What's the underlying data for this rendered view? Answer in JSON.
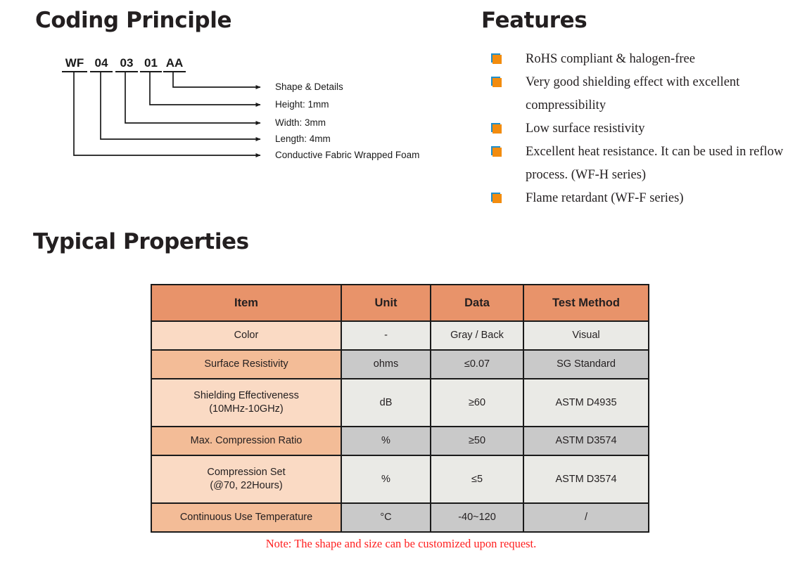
{
  "sections": {
    "coding_title": "Coding Principle",
    "features_title": "Features",
    "properties_title": "Typical Properties"
  },
  "coding": {
    "segments": [
      {
        "code": "WF",
        "meaning": "Conductive Fabric Wrapped Foam"
      },
      {
        "code": "04",
        "meaning": "Length: 4mm"
      },
      {
        "code": "03",
        "meaning": "Width: 3mm"
      },
      {
        "code": "01",
        "meaning": "Height: 1mm"
      },
      {
        "code": "AA",
        "meaning": "Shape & Details"
      }
    ],
    "labels": [
      "Shape & Details",
      "Height: 1mm",
      "Width: 3mm",
      "Length: 4mm",
      "Conductive Fabric Wrapped Foam"
    ]
  },
  "features": {
    "bullet_icon": "orange-square-bullet-icon",
    "bullet_color": "#f28c0f",
    "bullet_accent_color": "#1f8fcc",
    "items": [
      "RoHS compliant & halogen-free",
      "Very good shielding effect with excellent compressibility",
      "Low surface resistivity",
      "Excellent heat resistance. It can be used in reflow process. (WF-H series)",
      "Flame retardant (WF-F series)"
    ]
  },
  "table": {
    "header_color": "#e8936a",
    "columns": [
      "Item",
      "Unit",
      "Data",
      "Test Method"
    ],
    "rows": [
      {
        "item": "Color",
        "unit": "-",
        "data": "Gray / Back",
        "method": "Visual"
      },
      {
        "item": "Surface Resistivity",
        "unit": "ohms",
        "data": "≤0.07",
        "method": "SG Standard"
      },
      {
        "item": "Shielding Effectiveness\n(10MHz-10GHz)",
        "unit": "dB",
        "data": "≥60",
        "method": "ASTM D4935"
      },
      {
        "item": "Max. Compression Ratio",
        "unit": "%",
        "data": "≥50",
        "method": "ASTM D3574"
      },
      {
        "item": "Compression Set\n(@70, 22Hours)",
        "unit": "%",
        "data": "≤5",
        "method": "ASTM D3574"
      },
      {
        "item": "Continuous Use Temperature",
        "unit": "°C",
        "data": "-40~120",
        "method": "/"
      }
    ],
    "note": "Note: The shape and size can be customized upon request.",
    "note_color": "#ff2020"
  }
}
